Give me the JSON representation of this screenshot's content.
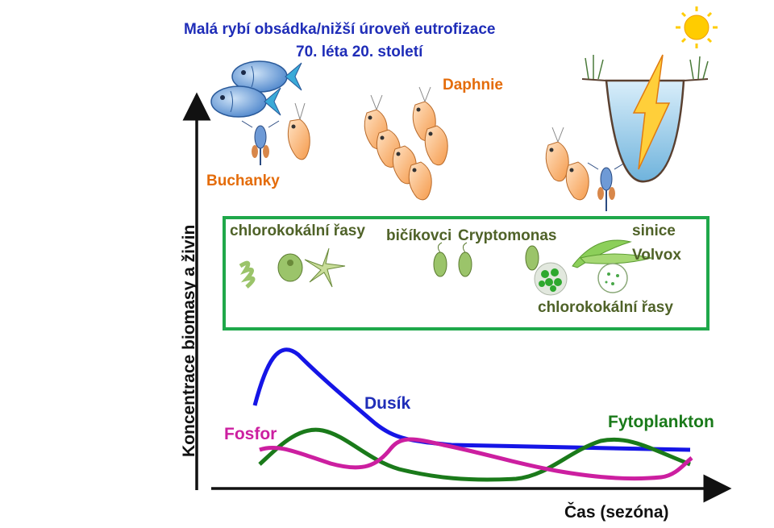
{
  "title_line1": "Malá rybí obsádka/nižší úroveň eutrofizace",
  "title_line2": "70. léta 20. století",
  "zooplankton": {
    "daphnie": "Daphnie",
    "buchanky": "Buchanky"
  },
  "phytoplankton": {
    "chlorokokalni_1": "chlorokokální řasy",
    "bicikovci": "bičíkovci",
    "cryptomonas": "Cryptomonas",
    "sinice": "sinice",
    "volvox": "Volvox",
    "chlorokokalni_2": "chlorokokální řasy"
  },
  "axes": {
    "y_label": "Koncentrace biomasy a živin",
    "x_label": "Čas (sezóna)"
  },
  "curves": {
    "dusik": "Dusík",
    "fosfor": "Fosfor",
    "fytoplankton": "Fytoplankton"
  },
  "colors": {
    "dusik": "#1515e6",
    "fosfor": "#cc1fa0",
    "fytoplankton": "#1a7a1a",
    "box_border": "#1fa84a",
    "title": "#1f2db8",
    "zoo_label": "#e46c0a"
  }
}
